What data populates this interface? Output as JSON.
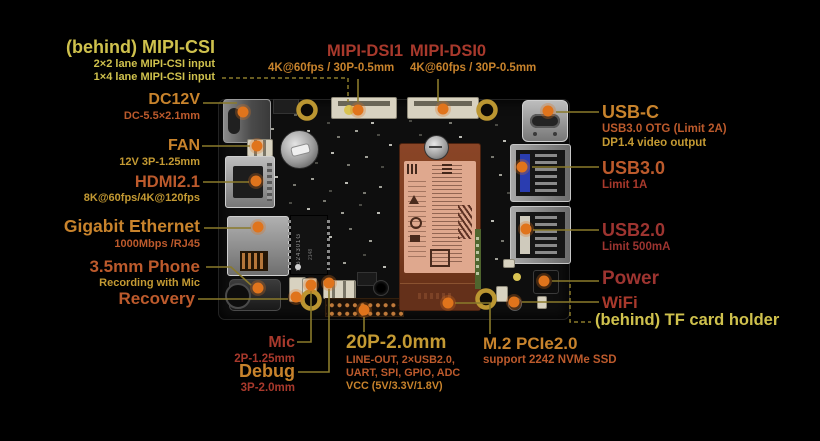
{
  "colors": {
    "label-yellow": "#cfc14d",
    "label-orange": "#c8832c",
    "label-amber": "#c49a33",
    "label-redorange": "#bc5a2c",
    "label-red": "#a8392c",
    "label-darkred": "#9d3430",
    "leader-line": "#8a7a2b",
    "marker-dot": "#e0741c",
    "marker-dot-pale": "#d9c352",
    "mount-ring-gold": "#bb9631",
    "ssd-copper": "#7a3c20",
    "ssd-label-pink": "#dfa88e",
    "pcb-black": "#0e0e0e"
  },
  "labels": {
    "mipi_csi": {
      "title": "(behind) MIPI-CSI",
      "line1": "2×2 lane MIPI-CSI input",
      "line2": "1×4 lane MIPI-CSI input"
    },
    "dc12v": {
      "title": "DC12V",
      "sub": "DC-5.5×2.1mm"
    },
    "fan": {
      "title": "FAN",
      "sub": "12V 3P-1.25mm"
    },
    "hdmi": {
      "title": "HDMI2.1",
      "sub": "8K@60fps/4K@120fps"
    },
    "ethernet": {
      "title": "Gigabit Ethernet",
      "sub": "1000Mbps /RJ45"
    },
    "phone": {
      "title": "3.5mm Phone",
      "sub": "Recording with Mic"
    },
    "recovery": {
      "title": "Recovery"
    },
    "mipi_dsi1": {
      "title": "MIPI-DSI1",
      "sub": "4K@60fps / 30P-0.5mm"
    },
    "mipi_dsi0": {
      "title": "MIPI-DSI0",
      "sub": "4K@60fps / 30P-0.5mm"
    },
    "usb_c": {
      "title": "USB-C",
      "sub1": "USB3.0 OTG (Limit 2A)",
      "sub2": "DP1.4 video output"
    },
    "usb3": {
      "title": "USB3.0",
      "sub": "Limit 1A"
    },
    "usb2": {
      "title": "USB2.0",
      "sub": "Limit 500mA"
    },
    "power": {
      "title": "Power"
    },
    "wifi": {
      "title": "WiFi"
    },
    "tf_card": {
      "title": "(behind) TF card holder"
    },
    "mic": {
      "title": "Mic",
      "sub": "2P-1.25mm"
    },
    "debug": {
      "title": "Debug",
      "sub": "3P-2.0mm"
    },
    "header20p": {
      "title": "20P-2.0mm",
      "sub1": "LINE-OUT, 2×USB2.0,",
      "sub2": "UART, SPI, GPIO, ADC",
      "sub3": "VCC (5V/3.3V/1.8V)"
    },
    "m2": {
      "title": "M.2 PCIe2.0",
      "sub": "support 2242 NVMe SSD"
    }
  },
  "board": {
    "chip_marking_line1": "SG24301G",
    "chip_marking_line2": "2148"
  }
}
